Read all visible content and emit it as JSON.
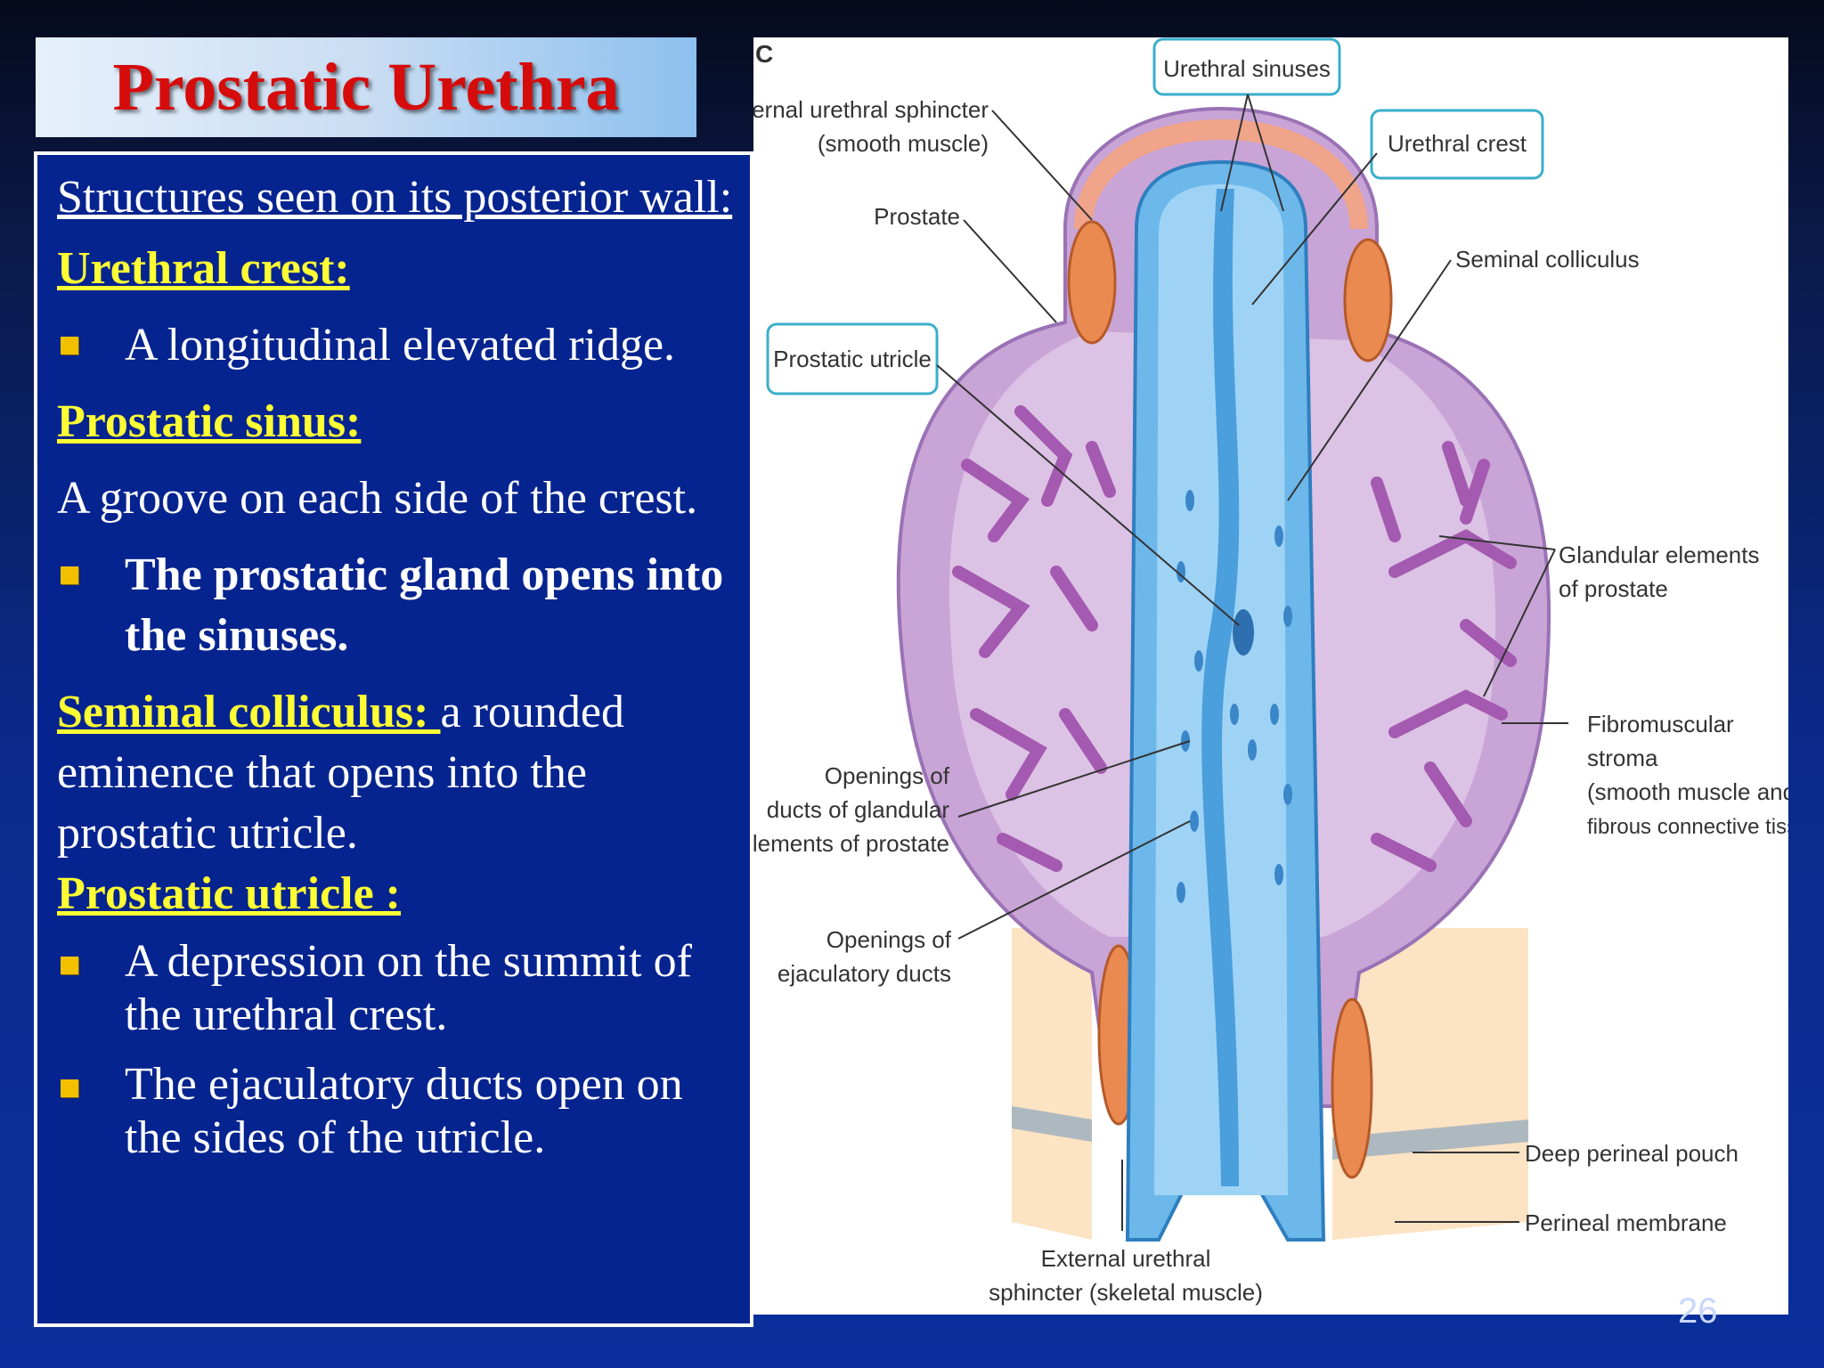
{
  "slide": {
    "title": "Prostatic Urethra",
    "page_number": "26"
  },
  "text": {
    "intro": "Structures seen on its posterior wall:",
    "crest_heading": "Urethral crest:",
    "crest_bullet": "A longitudinal  elevated ridge.",
    "sinus_heading": "Prostatic sinus:",
    "sinus_text": "A groove on each side of the crest.",
    "sinus_bullet": "The prostatic gland opens into the sinuses.",
    "colliculus_heading": "Seminal colliculus: ",
    "colliculus_text": "a rounded eminence that opens into  the prostatic utricle.",
    "utricle_heading": "Prostatic utricle :",
    "utricle_bullet1": "A depression on the summit of the urethral crest.",
    "utricle_bullet2": "The ejaculatory ducts open on the sides of the utricle."
  },
  "diagram": {
    "panel_letter": "C",
    "labels": {
      "urethral_sinuses": "Urethral sinuses",
      "internal_sphincter_1": "Internal urethral sphincter",
      "internal_sphincter_2": "(smooth muscle)",
      "urethral_crest": "Urethral crest",
      "prostate": "Prostate",
      "seminal_colliculus": "Seminal colliculus",
      "prostatic_utricle": "Prostatic utricle",
      "glandular_1": "Glandular elements",
      "glandular_2": "of prostate",
      "fibro_1": "Fibromuscular",
      "fibro_2": "stroma",
      "fibro_3": "(smooth muscle and",
      "fibro_4": "fibrous connective tissue)",
      "openings_glandular_1": "Openings of",
      "openings_glandular_2": "ducts of glandular",
      "openings_glandular_3": "elements of prostate",
      "openings_ejac_1": "Openings of",
      "openings_ejac_2": "ejaculatory ducts",
      "deep_perineal": "Deep perineal pouch",
      "perineal_membrane": "Perineal membrane",
      "external_sphincter_1": "External urethral",
      "external_sphincter_2": "sphincter (skeletal muscle)"
    }
  }
}
